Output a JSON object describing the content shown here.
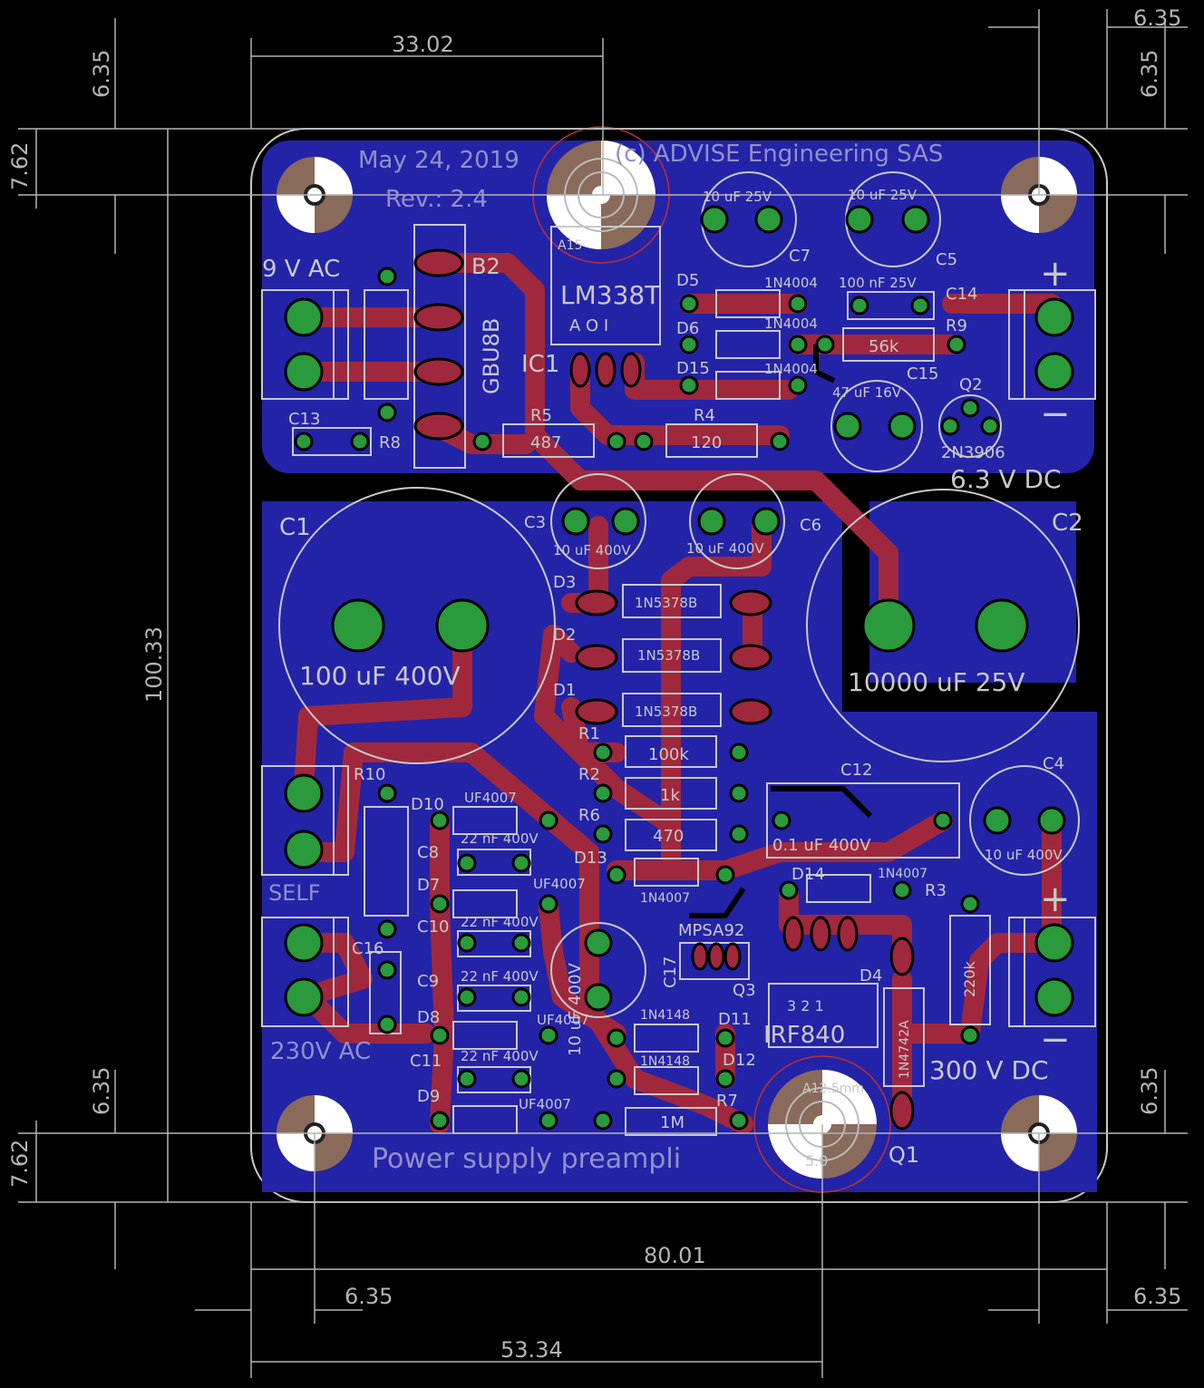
{
  "header": {
    "date": "May 24, 2019",
    "revision": "Rev.: 2.4",
    "copyright": "(c) ADVISE Engineering SAS",
    "footer": "Power supply preampli"
  },
  "dimensions": {
    "top_width": "33.02",
    "top_left_offset": "6.35",
    "top_right_offset_a": "6.35",
    "top_right_offset_b": "6.35",
    "left_hole_y": "7.62",
    "height": "100.33",
    "bottom_left_offset": "6.35",
    "bottom_left_hole_y": "7.62",
    "bottom_right_offset": "6.35",
    "total_width": "80.01",
    "bottom_offset_left": "6.35",
    "bottom_offset_right": "6.35",
    "bottom_width": "53.34"
  },
  "connectors": {
    "ac9": "9 V AC",
    "self": "SELF",
    "ac230": "230V AC",
    "dc63": "6.3 V DC",
    "dc300": "300 V DC",
    "plus_top": "+",
    "minus_top": "−",
    "plus_bottom": "+",
    "minus_bottom": "−"
  },
  "components": {
    "b2": "B2",
    "gbu8b": "GBU8B",
    "lm338t": "LM338T",
    "ic1": "IC1",
    "ic1_pins": "A O I",
    "a15": "A15",
    "r5": "R5",
    "r5_val": "487",
    "r4": "R4",
    "r4_val": "120",
    "c13": "C13",
    "r8": "R8",
    "d5": "D5",
    "d5_val": "1N4004",
    "d6": "D6",
    "d6_val": "1N4004",
    "d15": "D15",
    "d15_val": "1N4004",
    "c7": "C7",
    "c7_val": "10 uF 25V",
    "c5": "C5",
    "c5_val": "10 uF 25V",
    "c14": "C14",
    "c14_val": "100 nF 25V",
    "r9": "R9",
    "r9_val": "56k",
    "c15": "C15",
    "c15_val": "47 uF 16V",
    "q2": "Q2",
    "q2_val": "2N3906",
    "c1": "C1",
    "c1_val": "100 uF 400V",
    "c2": "C2",
    "c2_val": "10000 uF 25V",
    "c3": "C3",
    "c3_val": "10 uF 400V",
    "c6": "C6",
    "c6_val": "10 uF 400V",
    "d1": "D1",
    "d2": "D2",
    "d3": "D3",
    "d123_val": "1N5378B",
    "r1": "R1",
    "r1_val": "100k",
    "r2": "R2",
    "r2_val": "1k",
    "r6": "R6",
    "r6_val": "470",
    "d13": "D13",
    "d13_val": "1N4007",
    "r10": "R10",
    "d10": "D10",
    "d10_val": "UF4007",
    "c8": "C8",
    "c8_val": "22 nF 400V",
    "d7": "D7",
    "d7_val": "UF4007",
    "c10": "C10",
    "c10_val": "22 nF 400V",
    "c16": "C16",
    "c9": "C9",
    "c9_val": "22 nF 400V",
    "d8": "D8",
    "d8_val": "UF4007",
    "c11": "C11",
    "c11_val": "22 nF 400V",
    "d9": "D9",
    "d9_val": "UF4007",
    "c17": "C17",
    "c17_val": "10 uF 400V",
    "q3": "Q3",
    "q3_val": "MPSA92",
    "d11": "D11",
    "d11_val": "1N4148",
    "d12": "D12",
    "d12_val": "1N4148",
    "r7": "R7",
    "r7_val": "1M",
    "c12": "C12",
    "c12_val": "0.1 uF 400V",
    "c4": "C4",
    "c4_val": "10 uF 400V",
    "d14": "D14",
    "d14_val": "1N4007",
    "r3": "R3",
    "r3_val": "220k",
    "d4": "D4",
    "d4_val": "1N4742A",
    "q1": "Q1",
    "q1_val": "IRF840",
    "q1_pins": "3 2 1",
    "a12": "A12.5mm",
    "a12b": "5.0"
  },
  "colors": {
    "board": "#000000",
    "copper_bottom": "#2323a8",
    "trace_top": "#a0283c",
    "pad": "#2a9a3c",
    "silk": "#c8c8c8",
    "dimension": "#b4b4b4"
  }
}
